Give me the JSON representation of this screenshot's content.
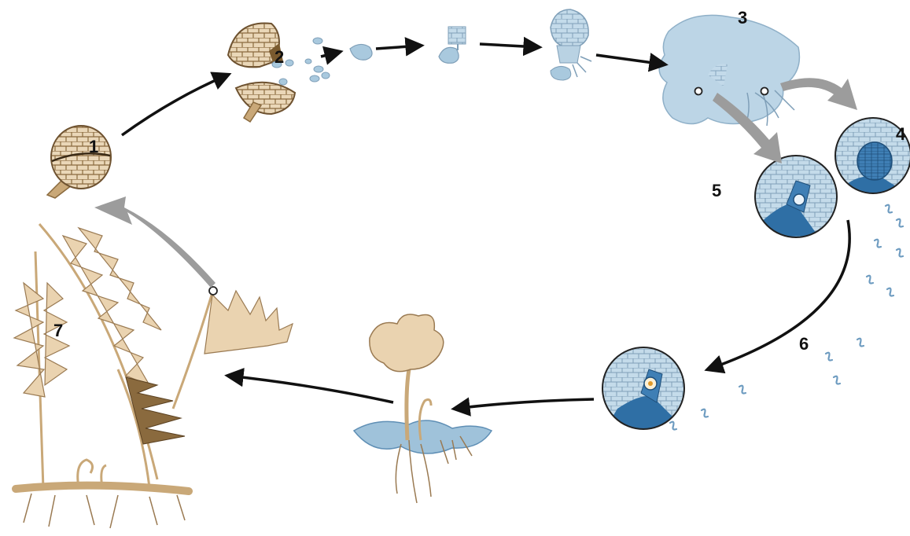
{
  "diagram": {
    "colors": {
      "sporophyte_fill": "#e7d2b2",
      "sporophyte_stroke": "#9a7a52",
      "sporophyte_dark": "#8a6a3e",
      "gametophyte_fill": "#b9d2e3",
      "gametophyte_stroke": "#7f9fb8",
      "gametophyte_dark": "#2f6fa5",
      "arrow_black": "#111111",
      "arrow_grey": "#9c9c9c"
    },
    "labels": [
      {
        "id": "1",
        "text": "1"
      },
      {
        "id": "2",
        "text": "2"
      },
      {
        "id": "3",
        "text": "3"
      },
      {
        "id": "4",
        "text": "4"
      },
      {
        "id": "5",
        "text": "5"
      },
      {
        "id": "6",
        "text": "6"
      },
      {
        "id": "7",
        "text": "7"
      }
    ]
  }
}
